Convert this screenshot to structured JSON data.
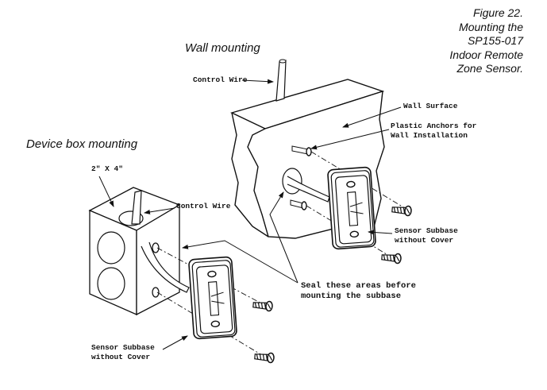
{
  "figure": {
    "caption_lines": [
      "Figure 22.",
      "Mounting the",
      "SP155-017",
      "Indoor Remote",
      "Zone Sensor."
    ]
  },
  "wall_mounting": {
    "title": "Wall mounting",
    "control_wire": "Control Wire",
    "wall_surface": "Wall Surface",
    "anchors_lines": [
      "Plastic Anchors for",
      "Wall Installation"
    ],
    "subbase_lines": [
      "Sensor Subbase",
      "without Cover"
    ]
  },
  "seal_note_lines": [
    "Seal these areas before",
    "mounting the subbase"
  ],
  "device_box_mounting": {
    "title": "Device box mounting",
    "box_size": "2\" X 4\"",
    "control_wire": "Control Wire",
    "subbase_lines": [
      "Sensor Subbase",
      "without Cover"
    ]
  }
}
